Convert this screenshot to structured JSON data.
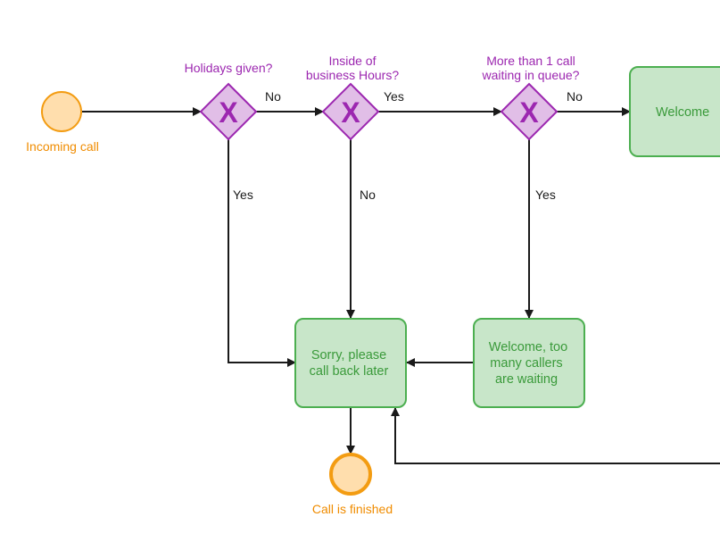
{
  "colors": {
    "event_fill": "#ffdead",
    "event_stroke": "#f39c12",
    "gateway_fill": "#e1bee7",
    "gateway_stroke": "#9c27b0",
    "task_fill": "#c8e6c9",
    "task_stroke": "#4caf50",
    "edge": "#1a1a1a"
  },
  "events": {
    "start": {
      "label": "Incoming call"
    },
    "end": {
      "label": "Call is finished"
    }
  },
  "gateways": {
    "holidays": {
      "symbol": "X",
      "label_lines": [
        "Holidays given?"
      ]
    },
    "business_hours": {
      "symbol": "X",
      "label_lines": [
        "Inside of",
        "business Hours?"
      ]
    },
    "queue": {
      "symbol": "X",
      "label_lines": [
        "More than 1 call",
        "waiting in queue?"
      ]
    }
  },
  "tasks": {
    "welcome": {
      "label_lines": [
        "Welcome"
      ]
    },
    "sorry": {
      "label_lines": [
        "Sorry, please",
        "call back later"
      ]
    },
    "too_many": {
      "label_lines": [
        "Welcome, too",
        "many callers",
        "are waiting"
      ]
    }
  },
  "edge_labels": {
    "holidays_no": "No",
    "holidays_yes": "Yes",
    "hours_yes": "Yes",
    "hours_no": "No",
    "queue_no": "No",
    "queue_yes": "Yes"
  }
}
